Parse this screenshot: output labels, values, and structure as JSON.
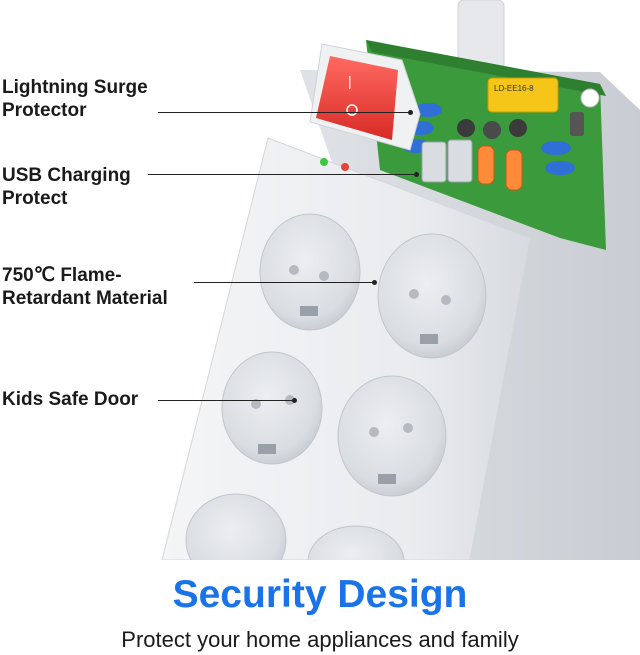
{
  "callouts": [
    {
      "id": "surge",
      "text": "Lightning Surge\nProtector"
    },
    {
      "id": "usb",
      "text": "USB Charging\nProtect"
    },
    {
      "id": "flame",
      "text": "750℃ Flame-\nRetardant Material"
    },
    {
      "id": "kids",
      "text": "Kids Safe Door"
    }
  ],
  "product": {
    "component_label": "LD-EE16-8"
  },
  "headline": "Security Design",
  "tagline": "Protect your home appliances and family",
  "colors": {
    "headline": "#1a73e8",
    "body_text": "#1a1a1a",
    "switch_red": "#e8413c",
    "pcb_green": "#3a9a3c",
    "housing": "#eef0f2"
  }
}
